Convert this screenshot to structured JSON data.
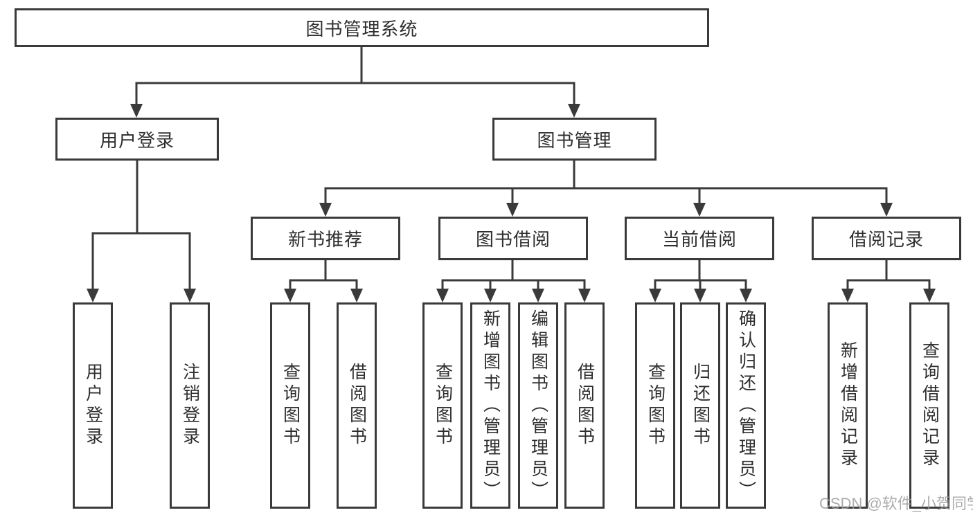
{
  "diagram_type": "hierarchy-tree",
  "root": {
    "label": "图书管理系统",
    "children": [
      {
        "label": "用户登录",
        "children": [
          {
            "label": "用户登录"
          },
          {
            "label": "注销登录"
          }
        ]
      },
      {
        "label": "图书管理",
        "children": [
          {
            "label": "新书推荐",
            "children": [
              {
                "label": "查询图书"
              },
              {
                "label": "借阅图书"
              }
            ]
          },
          {
            "label": "图书借阅",
            "children": [
              {
                "label": "查询图书"
              },
              {
                "label": "新增图书（管理员）"
              },
              {
                "label": "编辑图书（管理员）"
              },
              {
                "label": "借阅图书"
              }
            ]
          },
          {
            "label": "当前借阅",
            "children": [
              {
                "label": "查询图书"
              },
              {
                "label": "归还图书"
              },
              {
                "label": "确认归还（管理员）"
              }
            ]
          },
          {
            "label": "借阅记录",
            "children": [
              {
                "label": "新增借阅记录"
              },
              {
                "label": "查询借阅记录"
              }
            ]
          }
        ]
      }
    ]
  },
  "watermark": "CSDN @软件_小贺同学",
  "colors": {
    "line": "#3a3a3a",
    "box_border": "#3a3a3a",
    "text": "#2e2e2e",
    "watermark": "#9e9e9e",
    "background": "#ffffff"
  }
}
